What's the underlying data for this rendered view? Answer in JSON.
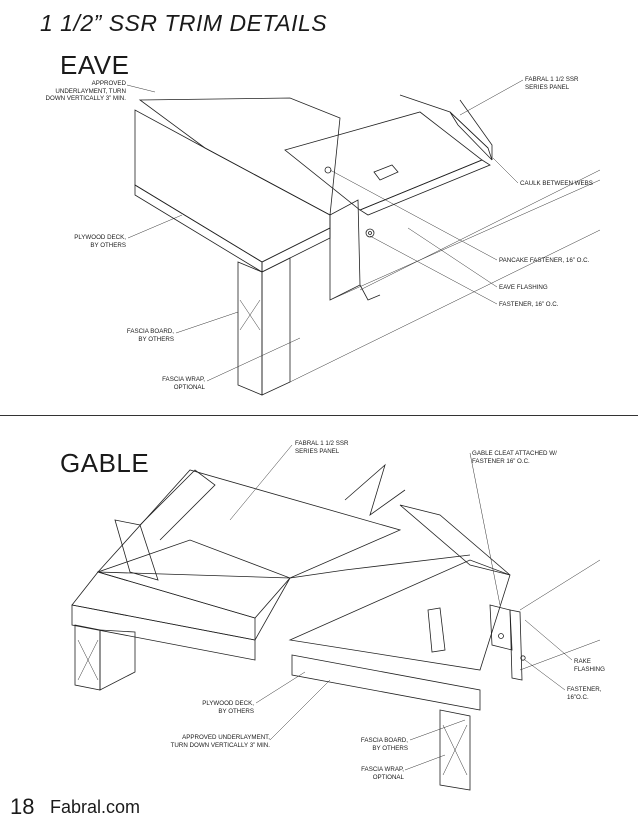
{
  "page_title": "1 1/2” SSR TRIM DETAILS",
  "sections": {
    "eave": {
      "title": "EAVE",
      "labels": {
        "underlayment": [
          "APPROVED",
          "UNDERLAYMENT, TURN",
          "DOWN VERTICALLY 3” MIN."
        ],
        "panel": [
          "FABRAL 1 1/2 SSR",
          "SERIES PANEL"
        ],
        "caulk": [
          "CAULK BETWEEN WEBS"
        ],
        "plywood": [
          "PLYWOOD DECK,",
          "BY OTHERS"
        ],
        "pancake": [
          "PANCAKE FASTENER, 16” O.C."
        ],
        "flashing": [
          "EAVE FLASHING"
        ],
        "fastener": [
          "FASTENER, 16” O.C."
        ],
        "fascia_board": [
          "FASCIA BOARD,",
          "BY OTHERS"
        ],
        "fascia_wrap": [
          "FASCIA WRAP,",
          "OPTIONAL"
        ]
      }
    },
    "gable": {
      "title": "GABLE",
      "labels": {
        "panel": [
          "FABRAL 1 1/2 SSR",
          "SERIES PANEL"
        ],
        "cleat": [
          "GABLE CLEAT ATTACHED W/",
          "FASTENER 16” O.C."
        ],
        "rake": [
          "RAKE",
          "FLASHING"
        ],
        "fastener": [
          "FASTENER,",
          "16”O.C."
        ],
        "plywood": [
          "PLYWOOD DECK,",
          "BY OTHERS"
        ],
        "underlayment": [
          "APPROVED UNDERLAYMENT,",
          "TURN DOWN VERTICALLY 3” MIN."
        ],
        "fascia_board": [
          "FASCIA BOARD,",
          "BY OTHERS"
        ],
        "fascia_wrap": [
          "FASCIA WRAP,",
          "OPTIONAL"
        ]
      }
    }
  },
  "footer": {
    "page_number": "18",
    "site": "Fabral.com"
  }
}
